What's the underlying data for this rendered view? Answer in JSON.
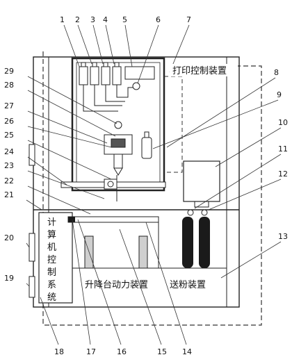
{
  "labels": {
    "print_control": "打印控制装置",
    "computer_control": [
      "计",
      "算",
      "机",
      "控",
      "制",
      "系",
      "统"
    ],
    "lift_power": "升降台动力装置",
    "powder_feed": "送粉装置"
  },
  "callouts": [
    "1",
    "2",
    "3",
    "4",
    "5",
    "6",
    "7",
    "8",
    "9",
    "10",
    "11",
    "12",
    "13",
    "14",
    "15",
    "16",
    "17",
    "18",
    "19",
    "20",
    "21",
    "22",
    "23",
    "24",
    "25",
    "26",
    "27",
    "28",
    "29"
  ],
  "colors": {
    "stroke": "#222222",
    "fill_dark": "#1a1a1a",
    "fill_gray": "#cfcfcf",
    "background": "#ffffff"
  }
}
